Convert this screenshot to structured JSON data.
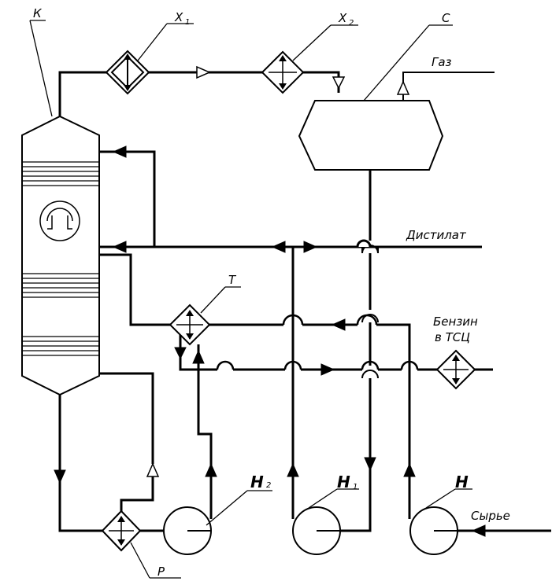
{
  "labels": {
    "column": "К",
    "cooler_x1": "X",
    "cooler_x1_sub": "1",
    "cooler_x2": "X",
    "cooler_x2_sub": "2",
    "separator": "C",
    "gas": "Газ",
    "distillate": "Дистилат",
    "gasoline": "Бензин",
    "to_tsc": "в ТСЦ",
    "heat_exchanger": "Т",
    "pump_h2": "Н",
    "pump_h2_sub": "2",
    "pump_h1": "Н",
    "pump_h1_sub": "1",
    "pump_h": "Н",
    "feed": "Сырье",
    "reboiler": "Р"
  },
  "colors": {
    "line": "#000000",
    "background": "#ffffff"
  }
}
